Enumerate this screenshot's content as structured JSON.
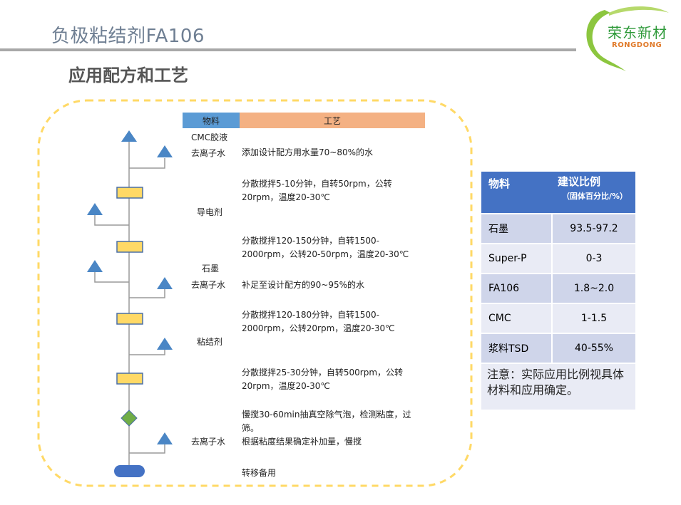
{
  "header": {
    "title": "负极粘结剂FA106",
    "subtitle": "应用配方和工艺",
    "logo_cn": "荣东新材",
    "logo_en": "RONGDONG"
  },
  "process": {
    "header_material": "物料",
    "header_process": "工艺",
    "materials": [
      "CMC胶液",
      "去离子水",
      "导电剂",
      "石墨",
      "去离子水",
      "粘结剂",
      "去离子水"
    ],
    "steps": [
      "添加设计配方用水量70~80%的水",
      "分散搅拌5-10分钟，自转50rpm，公转20rpm，温度20-30℃",
      "分散搅拌120-150分钟，自转1500-2000rpm，公转20-50rpm，温度20-30℃",
      "补足至设计配方的90~95%的水",
      "分散搅拌120-180分钟，自转1500-2000rpm，公转20rpm，温度20-30℃",
      "分散搅拌25-30分钟，自转500rpm，公转20rpm，温度20-30℃",
      "慢搅30-60min抽真空除气泡，检测粘度，过筛。",
      "根据粘度结果确定补加量，慢搅",
      "转移备用"
    ]
  },
  "ratio_table": {
    "col1": "物料",
    "col2": "建议比例",
    "col2_sub": "（固体百分比/%）",
    "rows": [
      {
        "material": "石墨",
        "ratio": "93.5-97.2"
      },
      {
        "material": "Super-P",
        "ratio": "0-3"
      },
      {
        "material": "FA106",
        "ratio": "1.8~2.0"
      },
      {
        "material": "CMC",
        "ratio": "1-1.5"
      },
      {
        "material": "浆料TSD",
        "ratio": "40-55%"
      }
    ],
    "note": "注意：实际应用比例视具体材料和应用确定。"
  },
  "colors": {
    "title": "#6f7f93",
    "frame_dash": "#ffd966",
    "triangle": "#4a86c5",
    "rect": "#ffd966",
    "diamond": "#70ad47",
    "terminal": "#4472c4",
    "table_header": "#4472c4",
    "header_material": "#5b9bd5",
    "header_process": "#f4b183",
    "logo_green": "#2f9a3a"
  }
}
